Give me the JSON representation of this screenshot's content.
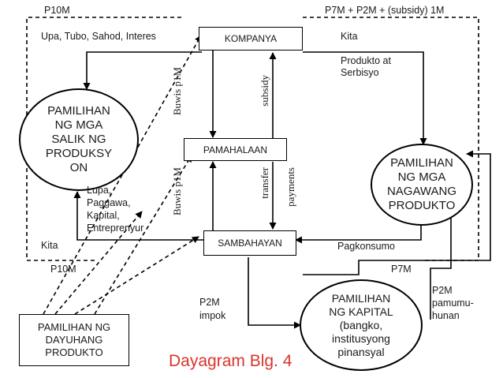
{
  "nodes": {
    "kompanya": "KOMPANYA",
    "pamahalaan": "PAMAHALAAN",
    "sambahayan": "SAMBAHAYAN",
    "pamilihan_salik": "PAMILIHAN\nNG MGA\nSALIK NG\nPRODUKSY\nON",
    "pamilihan_produkto": "PAMILIHAN\nNG MGA\nNAGAWANG\nPRODUKTO",
    "pamilihan_kapital": "PAMILIHAN\nNG KAPITAL\n(bangko,\ninstitusyong\npinansyal",
    "pamilihan_dayuhang": "PAMILIHAN NG\nDAYUHANG\nPRODUKTO"
  },
  "labels": {
    "p10m_top": "P10M",
    "total_top": "P7M + P2M + (subsidy) 1M",
    "upa_tubo": "Upa, Tubo, Sahod, Interes",
    "kita_top": "Kita",
    "produkto_serbisyo": "Produkto at\nSerbisyo",
    "buwis_top": "Buwis p1M",
    "subsidy": "subsidy",
    "buwis_bottom": "Buwis p1M",
    "transfer": "transfer",
    "payments": "payments",
    "lupa_paggawa": "Lupa,\nPaggawa,\nKapital,\nEntreprenyur",
    "kita_bottom": "Kita",
    "pagkonsumo": "Pagkonsumo",
    "p10m_bottom": "P10M",
    "p7m_bottom": "P7M",
    "p2m_impok": "P2M\nimpok",
    "p2m_pamumuhunan": "P2M\npamumu-\nhunan"
  },
  "title": "Dayagram Blg. 4",
  "colors": {
    "title": "#d9342b",
    "lines": "#000000"
  }
}
